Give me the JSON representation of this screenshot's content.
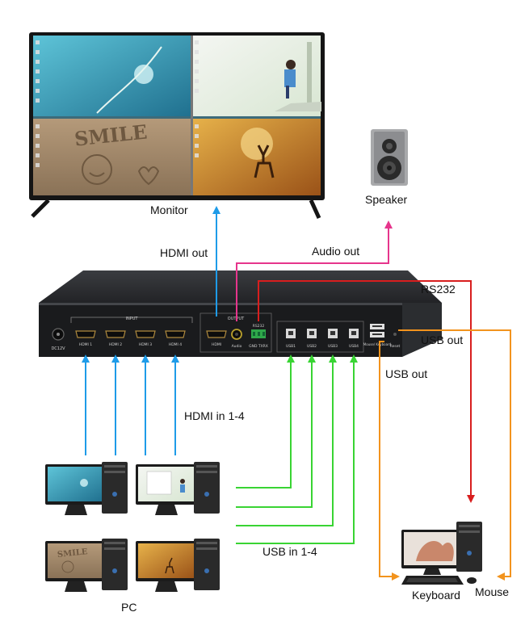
{
  "labels": {
    "monitor": "Monitor",
    "speaker": "Speaker",
    "hdmi_out": "HDMI out",
    "audio_out": "Audio out",
    "rs232": "RS232",
    "usb_out_1": "USB out",
    "usb_out_2": "USB out",
    "hdmi_in": "HDMI in 1-4",
    "usb_in": "USB in 1-4",
    "pc": "PC",
    "keyboard": "Keyboard",
    "mouse": "Mouse"
  },
  "device_panel": {
    "input_group": "INPUT",
    "output_group": "OUTPUT",
    "power_port": "DC12V",
    "hdmi_inputs": [
      "HDMI 1",
      "HDMI 2",
      "HDMI 3",
      "HDMI 4"
    ],
    "hdmi_output": "HDMI",
    "audio_port": "Audio",
    "rs232_port": "RS232",
    "rs232_pins": "GND TXRX",
    "usb_inputs": [
      "USB1",
      "USB2",
      "USB3",
      "USB4"
    ],
    "usb_host": "Mouse/ Keyboard",
    "reset": "Reset"
  },
  "monitor_screen": {
    "quadrant_text": "SMILE"
  },
  "pc_screen": {
    "quadrant_text": "SMILE"
  },
  "colors": {
    "hdmi_line": "#1e9be8",
    "audio_line": "#e6358c",
    "rs232_line": "#d81e1e",
    "usb_in_line": "#39d433",
    "usb_out_line": "#f2931d",
    "device_body": "#2b2d30",
    "device_front": "#1a1b1d"
  }
}
